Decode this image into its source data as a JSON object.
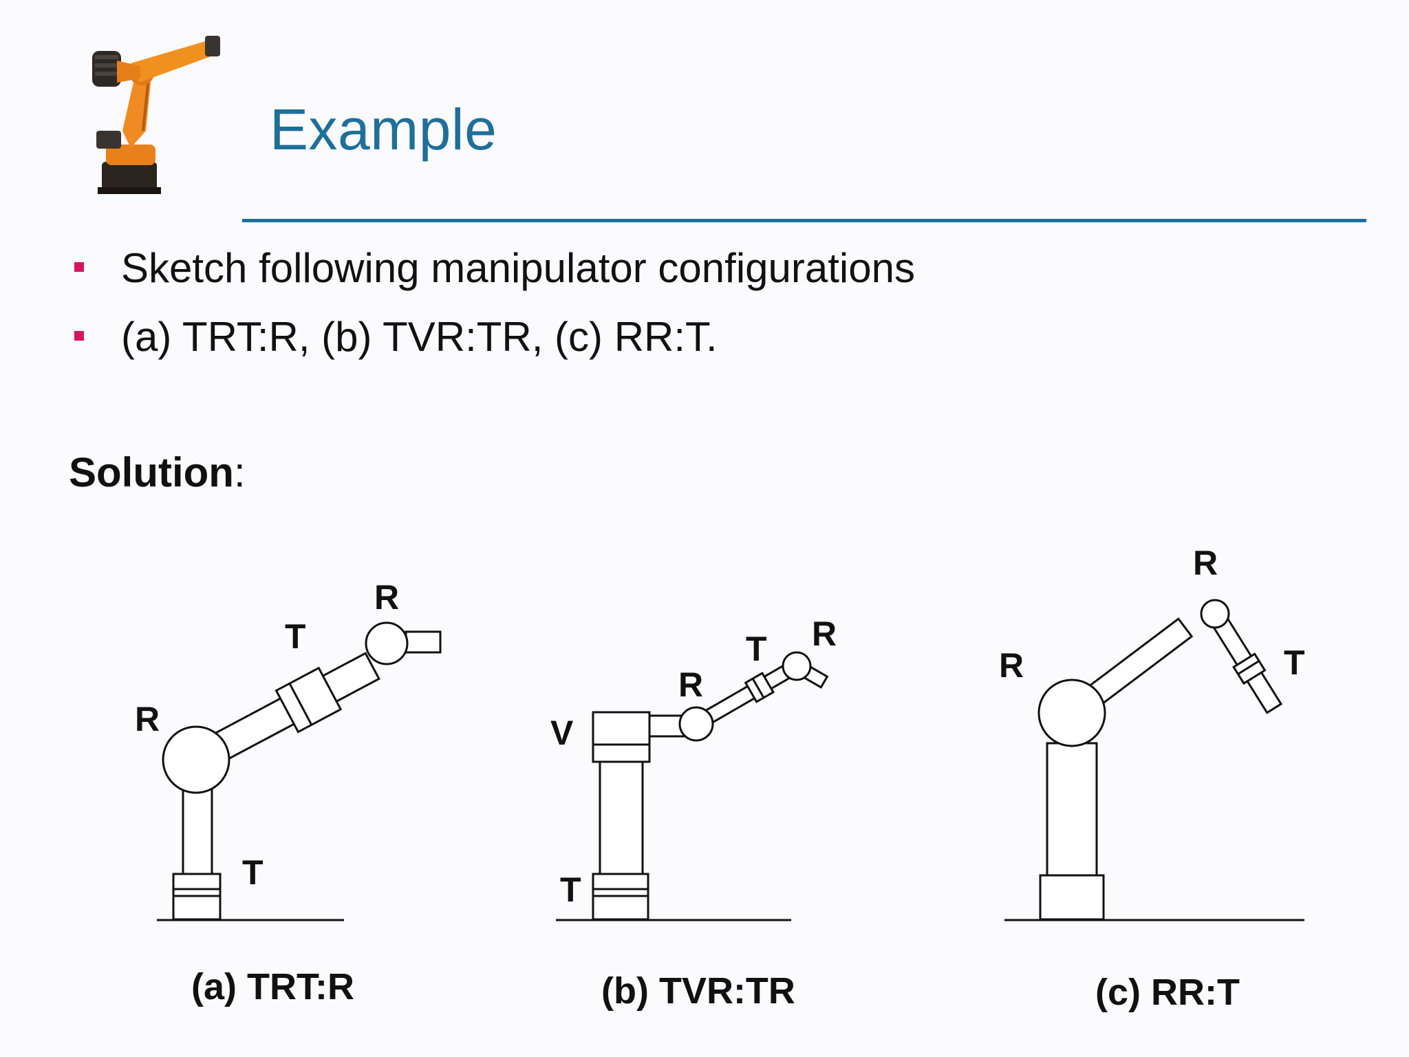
{
  "slide": {
    "logo_icon": "industrial-robot-arm-icon",
    "title": "Example",
    "bullets": [
      "Sketch following manipulator configurations",
      "(a) TRT:R, (b) TVR:TR, (c) RR:T."
    ],
    "solution_label": "Solution",
    "solution_colon": ":",
    "colors": {
      "title": "#1f6f9a",
      "rule": "#1d6e9c",
      "bullet": "#d6145f"
    }
  },
  "diagrams": {
    "a": {
      "caption": "(a) TRT:R",
      "labels": [
        "T",
        "R",
        "T",
        "R"
      ]
    },
    "b": {
      "caption": "(b) TVR:TR",
      "labels": [
        "T",
        "V",
        "R",
        "T",
        "R"
      ]
    },
    "c": {
      "caption": "(c) RR:T",
      "labels": [
        "R",
        "R",
        "T"
      ]
    }
  }
}
